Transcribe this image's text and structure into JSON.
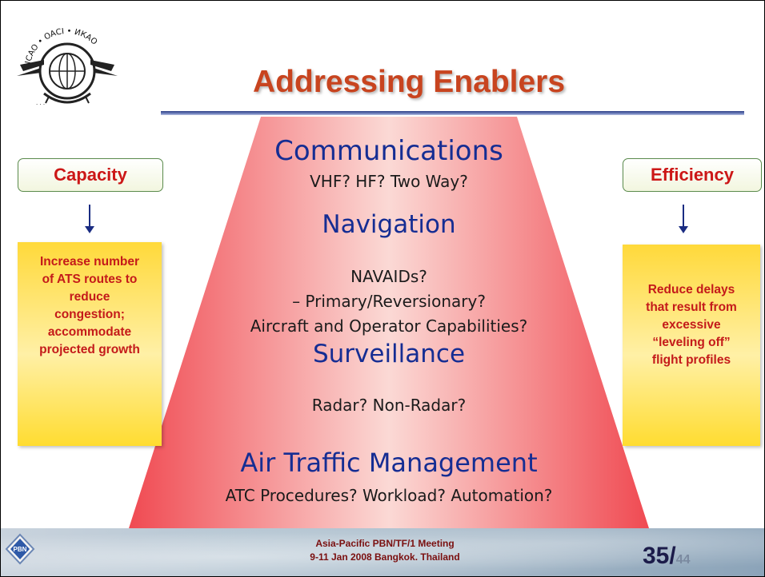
{
  "slide": {
    "title": "Addressing Enablers",
    "logo": {
      "icon": "icao-emblem",
      "text": "ICAO • OACI • ИКАО"
    },
    "pyramid": {
      "communications": {
        "heading": "Communications",
        "detail": "VHF?  HF?  Two Way?"
      },
      "navigation": {
        "heading": "Navigation",
        "lines": [
          "NAVAIDs?",
          "– Primary/Reversionary?",
          "Aircraft and Operator Capabilities?"
        ]
      },
      "surveillance": {
        "heading": "Surveillance",
        "detail": "Radar? Non-Radar?"
      },
      "atm": {
        "heading": "Air Traffic Management",
        "detail": "ATC Procedures?  Workload?  Automation?"
      }
    },
    "left": {
      "label": "Capacity",
      "box_lines": [
        "Increase number",
        "of ATS routes to",
        "reduce",
        "congestion;",
        "accommodate",
        "projected growth"
      ]
    },
    "right": {
      "label": "Efficiency",
      "box_lines": [
        "Reduce  delays",
        "that result from",
        "excessive",
        "“leveling off”",
        "flight profiles"
      ]
    },
    "footer": {
      "line1": "Asia-Pacific PBN/TF/1 Meeting",
      "line2": "9-11 Jan 2008  Bangkok. Thailand",
      "page": "35/",
      "total": "44",
      "pbn_logo": {
        "icon": "pbn-emblem",
        "text": "PBN"
      }
    }
  },
  "colors": {
    "title": "#c8441f",
    "heading_blue": "#152d93",
    "side_red": "#cc1717",
    "pyramid_red": "#f25a61",
    "rule_blue": "#2c3f86"
  }
}
